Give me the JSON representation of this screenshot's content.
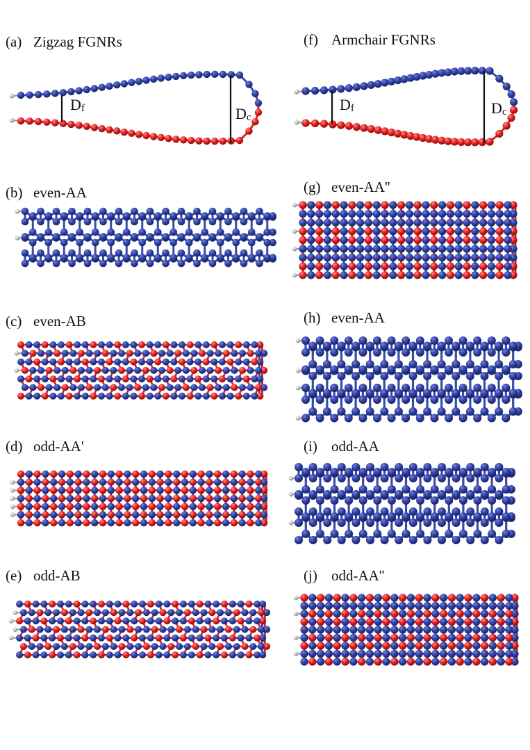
{
  "colors": {
    "blue_atom": "#2f3f9f",
    "red_atom": "#e01e1e",
    "hydrogen": "#b8b8b8",
    "bond_blue": "#3a4aa8",
    "bond_red": "#d82222",
    "marker": "#111111"
  },
  "panels": {
    "a": {
      "tag": "(a)",
      "title": "Zigzag FGNRs"
    },
    "b": {
      "tag": "(b)",
      "title": "even-AA"
    },
    "c": {
      "tag": "(c)",
      "title": "even-AB"
    },
    "d": {
      "tag": "(d)",
      "title": "odd-AA'"
    },
    "e": {
      "tag": "(e)",
      "title": "odd-AB"
    },
    "f": {
      "tag": "(f)",
      "title": "Armchair FGNRs"
    },
    "g": {
      "tag": "(g)",
      "title": "even-AA''"
    },
    "h": {
      "tag": "(h)",
      "title": "even-AA"
    },
    "i": {
      "tag": "(i)",
      "title": "odd-AA"
    },
    "j": {
      "tag": "(j)",
      "title": "odd-AA''"
    }
  },
  "symbols": {
    "D_main": "D",
    "sub_f": "f",
    "sub_c": "c"
  }
}
